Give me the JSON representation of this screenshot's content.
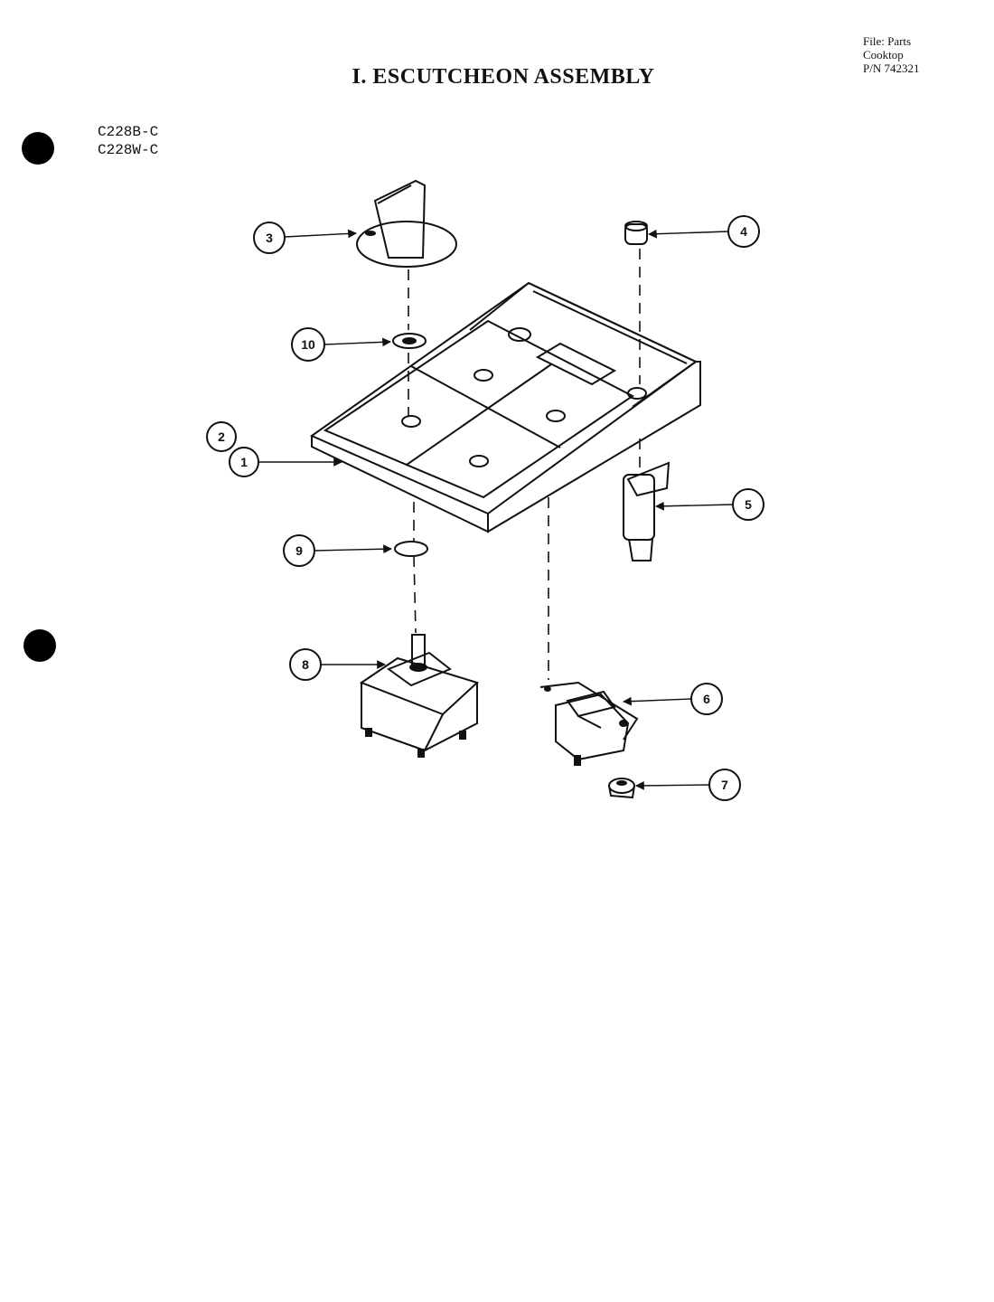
{
  "header": {
    "file_info": [
      "File: Parts",
      "Cooktop",
      "P/N 742321"
    ],
    "title": "I. ESCUTCHEON ASSEMBLY",
    "models": [
      "C228B-C",
      "C228W-C"
    ]
  },
  "callouts": [
    "1",
    "2",
    "3",
    "4",
    "5",
    "6",
    "7",
    "8",
    "9",
    "10"
  ]
}
